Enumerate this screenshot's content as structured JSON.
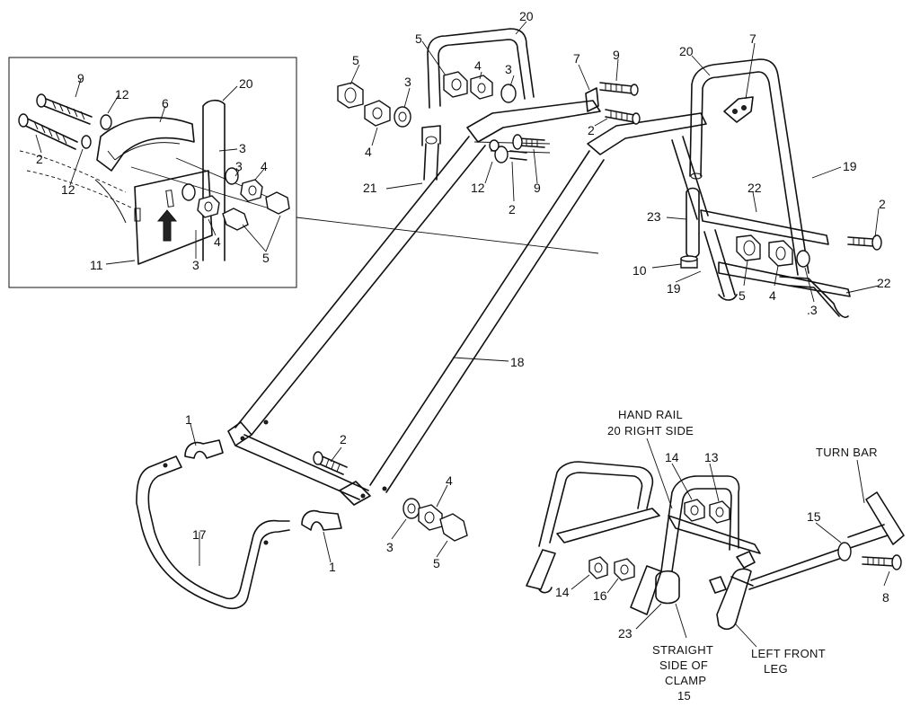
{
  "callouts": [
    {
      "id": "c1",
      "text": "20"
    },
    {
      "id": "c2",
      "text": "5"
    },
    {
      "id": "c3",
      "text": "4"
    },
    {
      "id": "c4",
      "text": "3"
    },
    {
      "id": "c5",
      "text": "7"
    },
    {
      "id": "c6",
      "text": "9"
    },
    {
      "id": "c7",
      "text": "5"
    },
    {
      "id": "c8",
      "text": "4"
    },
    {
      "id": "c9",
      "text": "3"
    },
    {
      "id": "c10",
      "text": "2"
    },
    {
      "id": "c11",
      "text": "21"
    },
    {
      "id": "c12",
      "text": "12"
    },
    {
      "id": "c13",
      "text": "2"
    },
    {
      "id": "c14",
      "text": "9"
    },
    {
      "id": "c15",
      "text": "20"
    },
    {
      "id": "c16",
      "text": "7"
    },
    {
      "id": "c17",
      "text": "19"
    },
    {
      "id": "c18",
      "text": "22"
    },
    {
      "id": "c19",
      "text": "2"
    },
    {
      "id": "c20",
      "text": "23"
    },
    {
      "id": "c21",
      "text": "10"
    },
    {
      "id": "c22",
      "text": "19"
    },
    {
      "id": "c23",
      "text": "5"
    },
    {
      "id": "c24",
      "text": "4"
    },
    {
      "id": "c25",
      "text": ".3"
    },
    {
      "id": "c26",
      "text": "22"
    },
    {
      "id": "c27",
      "text": "18"
    },
    {
      "id": "c28",
      "text": "1"
    },
    {
      "id": "c29",
      "text": "2"
    },
    {
      "id": "c30",
      "text": "17"
    },
    {
      "id": "c31",
      "text": "1"
    },
    {
      "id": "c32",
      "text": "4"
    },
    {
      "id": "c33",
      "text": "3"
    },
    {
      "id": "c34",
      "text": "5"
    },
    {
      "id": "c35",
      "text": "14"
    },
    {
      "id": "c36",
      "text": "13"
    },
    {
      "id": "c37",
      "text": "15"
    },
    {
      "id": "c38",
      "text": "8"
    },
    {
      "id": "c39",
      "text": "14"
    },
    {
      "id": "c40",
      "text": "16"
    },
    {
      "id": "c41",
      "text": "23"
    },
    {
      "id": "i1",
      "text": "9"
    },
    {
      "id": "i2",
      "text": "12"
    },
    {
      "id": "i3",
      "text": "20"
    },
    {
      "id": "i4",
      "text": "6"
    },
    {
      "id": "i5",
      "text": "2"
    },
    {
      "id": "i6",
      "text": "12"
    },
    {
      "id": "i7",
      "text": "3"
    },
    {
      "id": "i8",
      "text": "3"
    },
    {
      "id": "i9",
      "text": "4"
    },
    {
      "id": "i10",
      "text": "4"
    },
    {
      "id": "i11",
      "text": "11"
    },
    {
      "id": "i12",
      "text": "3"
    },
    {
      "id": "i13",
      "text": "5"
    }
  ],
  "labels": {
    "hand_rail_1": "HAND RAIL",
    "hand_rail_2": "20  RIGHT SIDE",
    "turn_bar": "TURN BAR",
    "straight_1": "STRAIGHT",
    "straight_2": "SIDE OF",
    "straight_3": "CLAMP",
    "straight_4": "15",
    "left_front_1": "LEFT FRONT",
    "left_front_2": "LEG"
  }
}
